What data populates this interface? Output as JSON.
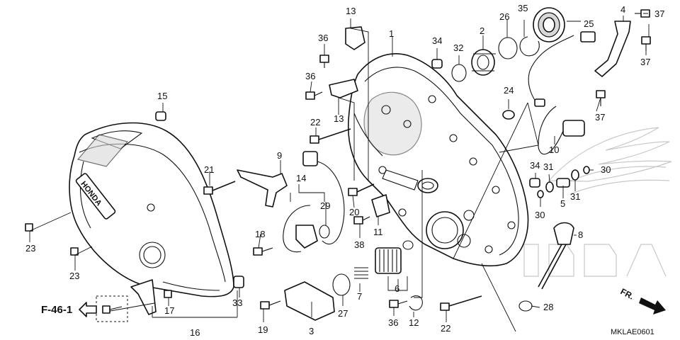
{
  "diagram": {
    "code": "MKLAE0601",
    "direction_label": "FR.",
    "reference_label": "F-46-1",
    "cover_logo_text": "HONDA",
    "callouts": [
      {
        "id": "c1",
        "label": "1"
      },
      {
        "id": "c2",
        "label": "2"
      },
      {
        "id": "c3",
        "label": "3"
      },
      {
        "id": "c4",
        "label": "4"
      },
      {
        "id": "c5",
        "label": "5"
      },
      {
        "id": "c6",
        "label": "6"
      },
      {
        "id": "c7",
        "label": "7"
      },
      {
        "id": "c8",
        "label": "8"
      },
      {
        "id": "c9",
        "label": "9"
      },
      {
        "id": "c10",
        "label": "10"
      },
      {
        "id": "c11",
        "label": "11"
      },
      {
        "id": "c12",
        "label": "12"
      },
      {
        "id": "c13a",
        "label": "13"
      },
      {
        "id": "c13b",
        "label": "13"
      },
      {
        "id": "c14",
        "label": "14"
      },
      {
        "id": "c15",
        "label": "15"
      },
      {
        "id": "c16",
        "label": "16"
      },
      {
        "id": "c17",
        "label": "17"
      },
      {
        "id": "c18",
        "label": "18"
      },
      {
        "id": "c19",
        "label": "19"
      },
      {
        "id": "c20",
        "label": "20"
      },
      {
        "id": "c21",
        "label": "21"
      },
      {
        "id": "c22a",
        "label": "22"
      },
      {
        "id": "c22b",
        "label": "22"
      },
      {
        "id": "c23a",
        "label": "23"
      },
      {
        "id": "c23b",
        "label": "23"
      },
      {
        "id": "c24",
        "label": "24"
      },
      {
        "id": "c25",
        "label": "25"
      },
      {
        "id": "c26",
        "label": "26"
      },
      {
        "id": "c27",
        "label": "27"
      },
      {
        "id": "c28",
        "label": "28"
      },
      {
        "id": "c29",
        "label": "29"
      },
      {
        "id": "c30a",
        "label": "30"
      },
      {
        "id": "c30b",
        "label": "30"
      },
      {
        "id": "c31a",
        "label": "31"
      },
      {
        "id": "c31b",
        "label": "31"
      },
      {
        "id": "c32",
        "label": "32"
      },
      {
        "id": "c33",
        "label": "33"
      },
      {
        "id": "c34a",
        "label": "34"
      },
      {
        "id": "c34b",
        "label": "34"
      },
      {
        "id": "c35",
        "label": "35"
      },
      {
        "id": "c36a",
        "label": "36"
      },
      {
        "id": "c36b",
        "label": "36"
      },
      {
        "id": "c36c",
        "label": "36"
      },
      {
        "id": "c37a",
        "label": "37"
      },
      {
        "id": "c37b",
        "label": "37"
      },
      {
        "id": "c37c",
        "label": "37"
      },
      {
        "id": "c38",
        "label": "38"
      }
    ]
  }
}
